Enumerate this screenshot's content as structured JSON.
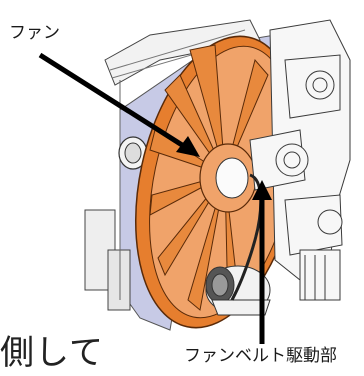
{
  "labels": {
    "fan": "ファン",
    "fan_belt_drive": "ファンベルト駆動部"
  },
  "partial_text": "側して",
  "colors": {
    "fan_fill": "#e67e2e",
    "fan_stroke": "#5a2a08",
    "engine_line": "#3a3a3a",
    "radiator_fill": "#c7cae6",
    "arrow": "#000000"
  }
}
